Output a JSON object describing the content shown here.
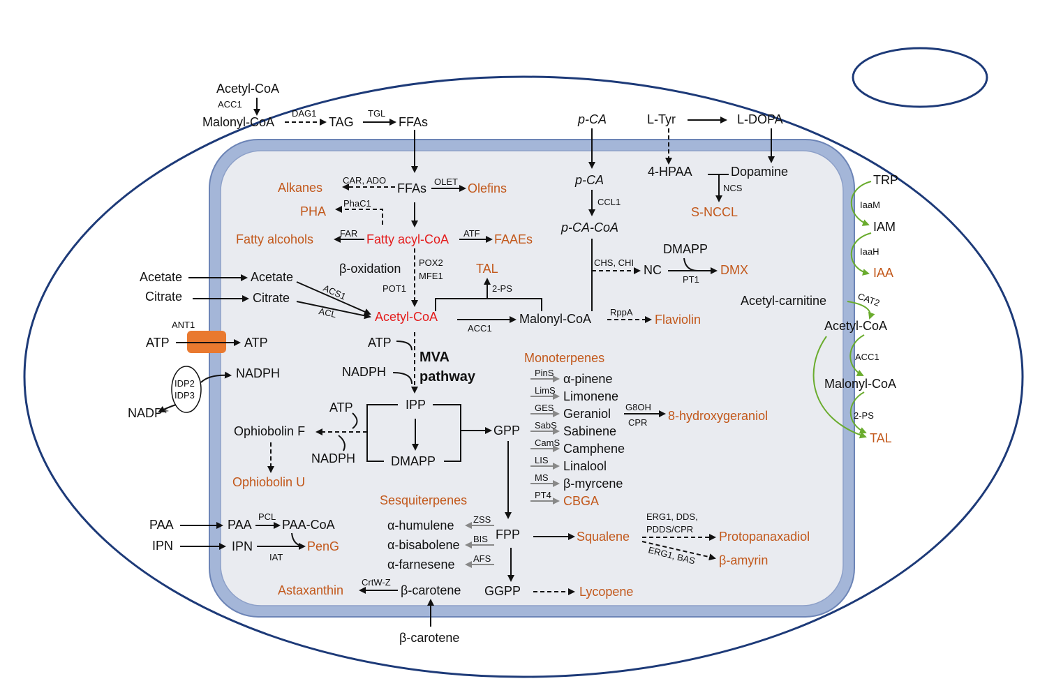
{
  "colors": {
    "product": "#c2581b",
    "highlight": "#e41c1c",
    "membrane": "#9fb2d6",
    "membrane_edge": "#6c84b6",
    "interior": "#e9ebf0",
    "cell_outline": "#1d3a78",
    "transporter": "#e9792f",
    "green_path": "#6aac2e"
  },
  "cytosol": {
    "acetyl_coa": "Acetyl-CoA",
    "acc1": "ACC1",
    "malonyl_coa": "Malonyl-CoA",
    "dag1": "DAG1",
    "tag": "TAG",
    "tgl": "TGL",
    "ffas": "FFAs",
    "pca": "p-CA",
    "ltyr": "L-Tyr",
    "ldopa": "L-DOPA",
    "acetate": "Acetate",
    "citrate": "Citrate",
    "ant1": "ANT1",
    "atp": "ATP",
    "nadph": "NADPH",
    "idp2": "IDP2",
    "idp3": "IDP3",
    "nadp": "NADP⁺",
    "paa": "PAA",
    "ipn": "IPN",
    "bcarotene": "β-carotene"
  },
  "peroxisome": {
    "alkanes": "Alkanes",
    "car_ado": "CAR, ADO",
    "ffas": "FFAs",
    "olet": "OLET",
    "olefins": "Olefins",
    "pha": "PHA",
    "phac1": "PhaC1",
    "fatty_alcohols": "Fatty alcohols",
    "far": "FAR",
    "fatty_acyl_coa": "Fatty acyl-CoA",
    "atf": "ATF",
    "faaes": "FAAEs",
    "beta_ox": "β-oxidation",
    "pox2": "POX2",
    "mfe1": "MFE1",
    "pot1": "POT1",
    "tal": "TAL",
    "two_ps": "2-PS",
    "acetate": "Acetate",
    "citrate": "Citrate",
    "acs1": "ACS1",
    "acl": "ACL",
    "acetyl_coa": "Acetyl-CoA",
    "acc1": "ACC1",
    "malonyl_coa": "Malonyl-CoA",
    "atp": "ATP",
    "nadph": "NADPH",
    "mva": "MVA",
    "pathway": "pathway",
    "ipp": "IPP",
    "dmapp": "DMAPP",
    "gpp": "GPP",
    "ophiobolin_f": "Ophiobolin F",
    "ophiobolin_u": "Ophiobolin U",
    "pca": "p-CA",
    "ccl1": "CCL1",
    "pca_coa": "p-CA-CoA",
    "chs_chi": "CHS, CHI",
    "nc": "NC",
    "dmapp2": "DMAPP",
    "pt1": "PT1",
    "dmx": "DMX",
    "rppa": "RppA",
    "flaviolin": "Flaviolin",
    "hpaa": "4-HPAA",
    "dopamine": "Dopamine",
    "ncs": "NCS",
    "sncc": "S-NCCL",
    "monoterpenes": "Monoterpenes",
    "mono": [
      {
        "enz": "PinS",
        "name": "α-pinene"
      },
      {
        "enz": "LimS",
        "name": "Limonene"
      },
      {
        "enz": "GES",
        "name": "Geraniol"
      },
      {
        "enz": "SabS",
        "name": "Sabinene"
      },
      {
        "enz": "CamS",
        "name": "Camphene"
      },
      {
        "enz": "LIS",
        "name": "Linalool"
      },
      {
        "enz": "MS",
        "name": "β-myrcene"
      },
      {
        "enz": "PT4",
        "name": "CBGA"
      }
    ],
    "g8oh": "G8OH",
    "cpr": "CPR",
    "hydroxygeraniol": "8-hydroxygeraniol",
    "sesquiterpenes": "Sesquiterpenes",
    "sesq": [
      {
        "enz": "ZSS",
        "name": "α-humulene"
      },
      {
        "enz": "BIS",
        "name": "α-bisabolene"
      },
      {
        "enz": "AFS",
        "name": "α-farnesene"
      }
    ],
    "fpp": "FPP",
    "squalene": "Squalene",
    "erg1_dds": "ERG1, DDS,",
    "pdds_cpr": "PDDS/CPR",
    "protopanaxadiol": "Protopanaxadiol",
    "erg1_bas": "ERG1, BAS",
    "bamyrin": "β-amyrin",
    "ggpp": "GGPP",
    "lycopene": "Lycopene",
    "astaxanthin": "Astaxanthin",
    "crtwz": "CrtW-Z",
    "bcarotene": "β-carotene",
    "paa": "PAA",
    "pcl": "PCL",
    "paa_coa": "PAA-CoA",
    "ipn": "IPN",
    "iat": "IAT",
    "peng": "PenG",
    "nadph2": "NADPH"
  },
  "right_pathway": {
    "trp": "TRP",
    "iaam": "IaaM",
    "iam": "IAM",
    "iaah": "IaaH",
    "iaa": "IAA",
    "acetyl_carnitine": "Acetyl-carnitine",
    "cat2": "CAT2",
    "acetyl_coa": "Acetyl-CoA",
    "acc1": "ACC1",
    "malonyl_coa": "Malonyl-CoA",
    "two_ps": "2-PS",
    "tal": "TAL"
  }
}
